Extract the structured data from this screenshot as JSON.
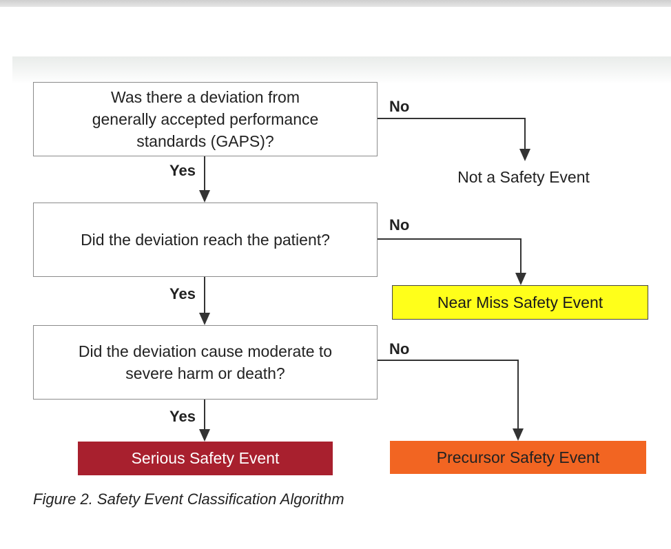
{
  "questions": {
    "q1": "Was there a deviation from\ngenerally accepted performance\nstandards (GAPS)?",
    "q2": "Did the deviation reach the patient?",
    "q3": "Did the deviation cause moderate to\nsevere harm or death?"
  },
  "branches": {
    "no": "No",
    "yes": "Yes"
  },
  "outcomes": {
    "not_safety_event": "Not a Safety Event",
    "near_miss": "Near Miss Safety Event",
    "precursor": "Precursor Safety Event",
    "serious": "Serious Safety Event"
  },
  "colors": {
    "near_miss": "#ffff1a",
    "precursor": "#f26522",
    "serious": "#a8202e"
  },
  "caption": "Figure 2. Safety Event Classification Algorithm"
}
